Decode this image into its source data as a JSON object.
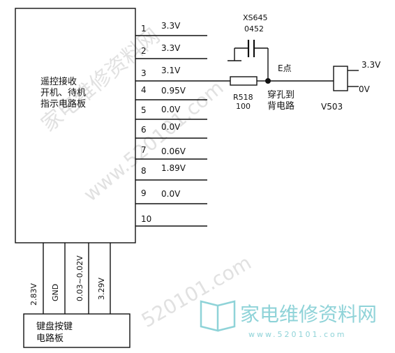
{
  "remote_board": {
    "lines": [
      "遥控接收",
      "开机、待机",
      "指示电路板"
    ]
  },
  "keyboard_board": {
    "lines": [
      "键盘按键",
      "电路板"
    ]
  },
  "pins": [
    {
      "num": "1",
      "voltage": "3.3V"
    },
    {
      "num": "2",
      "voltage": "3.3V"
    },
    {
      "num": "3",
      "voltage": "3.1V"
    },
    {
      "num": "4",
      "voltage": "0.95V"
    },
    {
      "num": "5",
      "voltage": "0.0V"
    },
    {
      "num": "6",
      "voltage": "0.0V"
    },
    {
      "num": "7",
      "voltage": "0.06V"
    },
    {
      "num": "8",
      "voltage": "1.89V"
    },
    {
      "num": "9",
      "voltage": "0.0V"
    },
    {
      "num": "10",
      "voltage": ""
    }
  ],
  "bottom_wires": [
    "2.83V",
    "GND",
    "0.03~0.02V",
    "3.29V"
  ],
  "capacitor": {
    "label1": "XS645",
    "label2": "0452"
  },
  "resistor": {
    "label1": "R518",
    "label2": "100"
  },
  "node": {
    "label": "E点",
    "note1": "穿孔到",
    "note2": "背电路"
  },
  "transistor": {
    "name": "V503",
    "top_voltage": "3.3V",
    "bottom_voltage": "0V"
  },
  "watermark": {
    "brand": "家电维修资料网",
    "site": "520101.com",
    "site_dotted": "www.520101.com",
    "diag1": "家电维修资料网",
    "diag2": "www.520101.com"
  }
}
